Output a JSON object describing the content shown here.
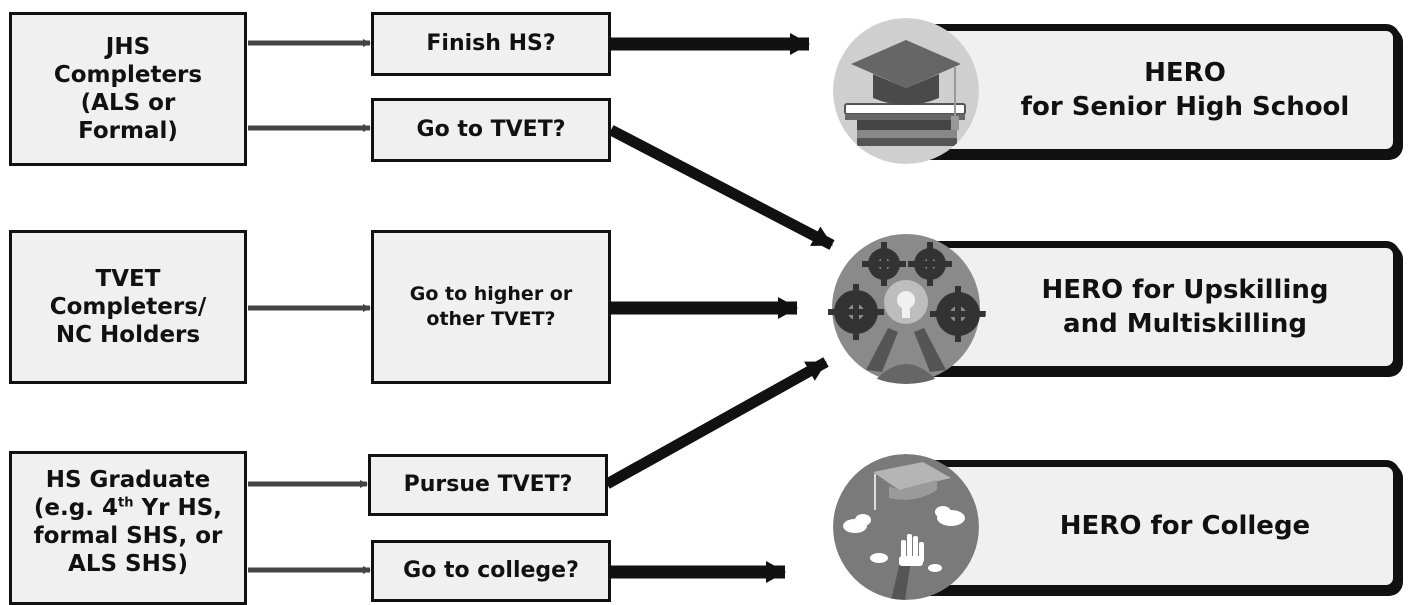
{
  "sources": {
    "jhs": [
      "JHS",
      "Completers",
      "(ALS or",
      "Formal)"
    ],
    "tvet": [
      "TVET",
      "Completers/",
      "NC Holders"
    ],
    "hs": {
      "line1": "HS Graduate",
      "line2_pre": "(e.g. 4",
      "line2_sup": "th",
      "line2_post": " Yr HS,",
      "line3": "formal SHS, or",
      "line4": "ALS SHS)"
    }
  },
  "questions": {
    "finish_hs": "Finish HS?",
    "go_tvet": "Go to TVET?",
    "higher_tvet": [
      "Go to higher or",
      "other TVET?"
    ],
    "pursue_tvet": "Pursue TVET?",
    "go_college": "Go to college?"
  },
  "outcomes": {
    "shs": [
      "HERO",
      "for Senior High School"
    ],
    "upskilling": [
      "HERO for Upskilling",
      "and Multiskilling"
    ],
    "college": [
      "HERO for College"
    ]
  },
  "icons": {
    "shs": "graduation-cap-books-icon",
    "upskilling": "lightbulb-gears-icon",
    "college": "graduation-cap-hand-icon"
  },
  "colors": {
    "border": "#111111",
    "box_fill": "#f0f0f0",
    "arrow": "#444444"
  }
}
